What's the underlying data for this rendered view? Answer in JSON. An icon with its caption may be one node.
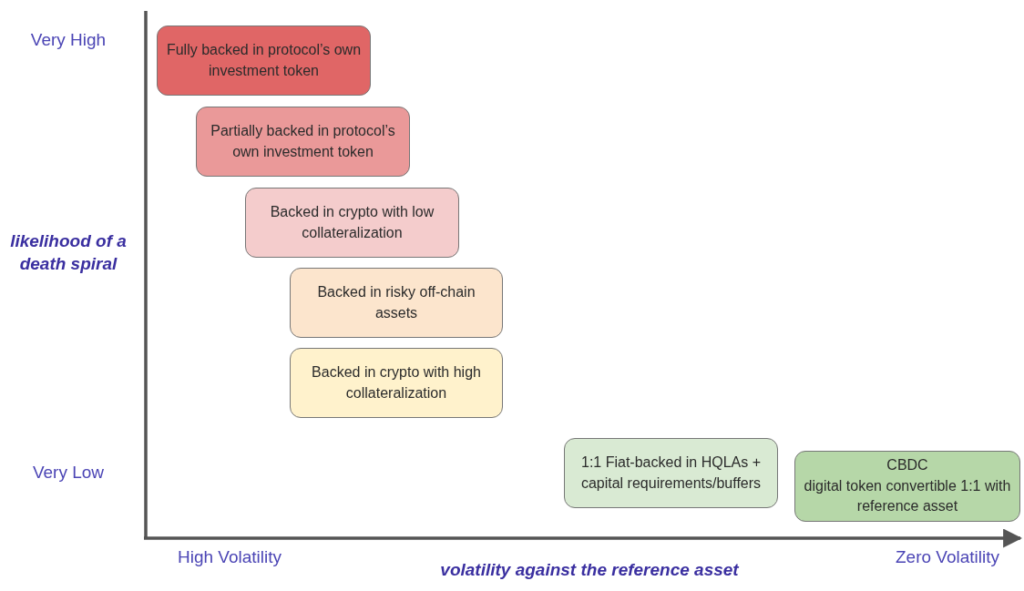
{
  "diagram": {
    "nodes": [
      {
        "text": [
          "Fully backed in protocol’s own investment token"
        ]
      },
      {
        "text": [
          "Partially backed in protocol’s own investment token"
        ]
      },
      {
        "text": [
          "Backed in crypto with low collateralization"
        ]
      },
      {
        "text": [
          "Backed in risky off-chain assets"
        ]
      },
      {
        "text": [
          "Backed in crypto with high collateralization"
        ]
      },
      {
        "text": [
          "1:1 Fiat-backed in HQLAs + capital requirements/buffers"
        ]
      },
      {
        "text": [
          "CBDC",
          "digital token convertible 1:1 with reference asset"
        ]
      }
    ],
    "labels": [
      "Very High",
      "likelihood of a death spiral",
      "Very Low",
      "High Volatility",
      "volatility against the reference asset",
      "Zero Volatility"
    ]
  }
}
